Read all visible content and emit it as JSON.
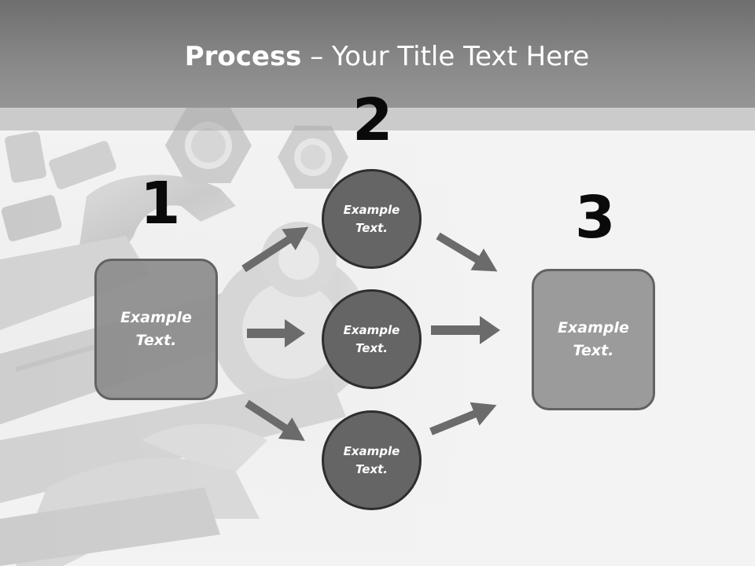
{
  "title": {
    "bold": "Process",
    "rest": " – Your Title Text Here"
  },
  "steps": {
    "one": {
      "number": "1",
      "line1": "Example",
      "line2": "Text."
    },
    "two": {
      "number": "2",
      "nodes": [
        {
          "line1": "Example",
          "line2": "Text."
        },
        {
          "line1": "Example",
          "line2": "Text."
        },
        {
          "line1": "Example",
          "line2": "Text."
        }
      ]
    },
    "three": {
      "number": "3",
      "line1": "Example",
      "line2": "Text."
    }
  },
  "colors": {
    "header": "#8a898a",
    "arrow": "#6b6b6b",
    "circle_fill": "#656565",
    "box_fill": "#8c8c8c"
  },
  "background": "wrenches-and-nuts-photo"
}
